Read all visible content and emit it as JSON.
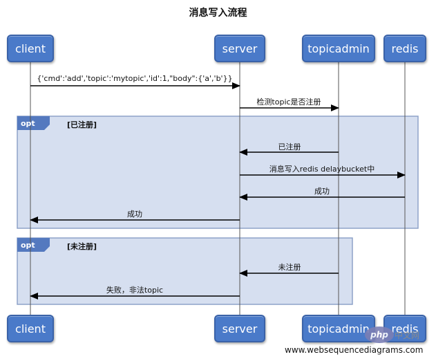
{
  "title": "消息写入流程",
  "actors": [
    "client",
    "server",
    "topicadmin",
    "redis"
  ],
  "frames": [
    {
      "tag": "opt",
      "condition": "[已注册]"
    },
    {
      "tag": "opt",
      "condition": "[未注册]"
    }
  ],
  "messages": [
    {
      "from": "client",
      "to": "server",
      "text": "{'cmd':'add','topic':'mytopic','id':1,\"body\":{'a','b'}}"
    },
    {
      "from": "server",
      "to": "topicadmin",
      "text": "检测topic是否注册"
    },
    {
      "from": "topicadmin",
      "to": "server",
      "text": "已注册"
    },
    {
      "from": "server",
      "to": "redis",
      "text": "消息写入redis delaybucket中"
    },
    {
      "from": "redis",
      "to": "server",
      "text": "成功"
    },
    {
      "from": "server",
      "to": "client",
      "text": "成功"
    },
    {
      "from": "topicadmin",
      "to": "server",
      "text": "未注册"
    },
    {
      "from": "server",
      "to": "client",
      "text": "失败，非法topic"
    }
  ],
  "watermark": "www.websequencediagrams.com",
  "overlay": {
    "logo": "php",
    "text": "中文网"
  },
  "colors": {
    "actor_fill": "#4a7ac9",
    "frame_fill": "#d6dff0",
    "frame_border": "#8ea2c8",
    "tag_fill": "#5479bf"
  }
}
